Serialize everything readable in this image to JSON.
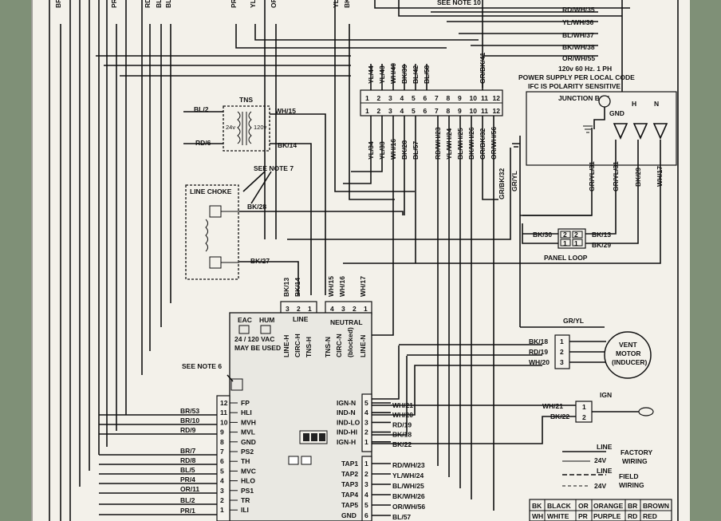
{
  "top_labels": [
    "BR",
    "PR",
    "RD",
    "BL/",
    "BL",
    "PR",
    "YL",
    "OR",
    "YL",
    "BK"
  ],
  "see_note_10": "SEE NOTE 10",
  "right_wires": [
    "RD/WH/35",
    "YL/WH/36",
    "BL/WH/37",
    "BK/WH/38",
    "OR/WH/55"
  ],
  "power": {
    "line1": "120v 60 Hz. 1 PH",
    "line2": "POWER SUPPLY PER LOCAL CODE",
    "line3": "IFC IS POLARITY SENSITIVE"
  },
  "junction_box": {
    "title": "JUNCTION BOX",
    "gnd": "GND",
    "h": "H",
    "n": "N"
  },
  "terminal_top": [
    "YL/44",
    "YL/43",
    "WH/40",
    "BK/39",
    "BL/42",
    "BL/58",
    "GR/BK/41"
  ],
  "terminal_numbers": [
    "1",
    "2",
    "3",
    "4",
    "5",
    "6",
    "7",
    "8",
    "9",
    "10",
    "11",
    "12"
  ],
  "terminal_bottom": [
    "YL/34",
    "YL/33",
    "WH/16",
    "BK/28",
    "BL/57",
    "RD/WH/23",
    "YL/WH/24",
    "BL/WH/25",
    "BK/WH/26",
    "GR/BK/32",
    "OR/WH/56"
  ],
  "jbox_wires": [
    "GR/BK/32",
    "GR/YL",
    "GR/YL/31",
    "GR/YL/31",
    "BK/29",
    "WH/17"
  ],
  "tns": {
    "title": "TNS",
    "v24": "24v",
    "v120": "120v",
    "bl2": "BL/2",
    "rd6": "RD/6",
    "wh15": "WH/15",
    "bk14": "BK/14"
  },
  "see_note_7": "SEE NOTE 7",
  "line_choke": {
    "title": "LINE CHOKE",
    "bk28": "BK/28",
    "bk27": "BK/27"
  },
  "panel_loop": {
    "title": "PANEL LOOP",
    "bk30": "BK/30",
    "bk13": "BK/13",
    "bk29": "BK/29"
  },
  "conn_wires": [
    "BK/13",
    "BK/14",
    "WH/15",
    "WH/16",
    "WH/17"
  ],
  "conn_numbers": [
    "3",
    "2",
    "1",
    "4",
    "3",
    "2",
    "1"
  ],
  "board": {
    "eac": "EAC",
    "hum": "HUM",
    "may_be_used_1": "24 / 120 VAC",
    "may_be_used_2": "MAY BE USED",
    "line": "LINE",
    "neutral": "NEUTRAL",
    "line_terms": [
      "LINE-H",
      "CIRC-H",
      "TNS-H"
    ],
    "neutral_terms": [
      "TNS-N",
      "CIRC-N",
      "(blocked)",
      "LINE-N"
    ],
    "left_pins": [
      "FP",
      "HLI",
      "MVH",
      "MVL",
      "GND",
      "PS2",
      "TH",
      "MVC",
      "HLO",
      "PS1",
      "TR",
      "ILI"
    ],
    "left_nums": [
      "12",
      "11",
      "10",
      "9",
      "8",
      "7",
      "6",
      "5",
      "4",
      "3",
      "2",
      "1"
    ],
    "left_wires": [
      "BR/53",
      "BR/10",
      "RD/9",
      "BR/7",
      "RD/8",
      "BL/5",
      "PR/4",
      "OR/11",
      "BL/2",
      "PR/1"
    ],
    "ign_pins": [
      "IGN-N",
      "IND-N",
      "IND-LO",
      "IND-HI",
      "IGN-H"
    ],
    "ign_nums": [
      "5",
      "4",
      "3",
      "2",
      "1"
    ],
    "ign_wires": [
      "WH/21",
      "WH/20",
      "RD/19",
      "BK/18",
      "BK/22"
    ],
    "tap_pins": [
      "TAP1",
      "TAP2",
      "TAP3",
      "TAP4",
      "TAP5",
      "GND"
    ],
    "tap_nums": [
      "1",
      "2",
      "3",
      "4",
      "5",
      "6"
    ],
    "tap_wires": [
      "RD/WH/23",
      "YL/WH/24",
      "BL/WH/25",
      "BK/WH/26",
      "OR/WH/56",
      "BL/57"
    ]
  },
  "see_note_6": "SEE NOTE 6",
  "vent": {
    "gryl": "GR/YL",
    "wires": [
      "BK/18",
      "RD/19",
      "WH/20"
    ],
    "nums": [
      "1",
      "2",
      "3"
    ],
    "title1": "VENT",
    "title2": "MOTOR",
    "title3": "(INDUCER)"
  },
  "ign": {
    "title": "IGN",
    "wh21": "WH/21",
    "bk22": "BK/22"
  },
  "legend": {
    "line": "LINE",
    "v24": "24V",
    "factory": "FACTORY",
    "wiring": "WIRING",
    "field": "FIELD"
  },
  "colors": [
    [
      "BK",
      "BLACK"
    ],
    [
      "OR",
      "ORANGE"
    ],
    [
      "BR",
      "BROWN"
    ],
    [
      "WH",
      "WHITE"
    ],
    [
      "PR",
      "PURPLE"
    ],
    [
      "RD",
      "RED"
    ]
  ]
}
